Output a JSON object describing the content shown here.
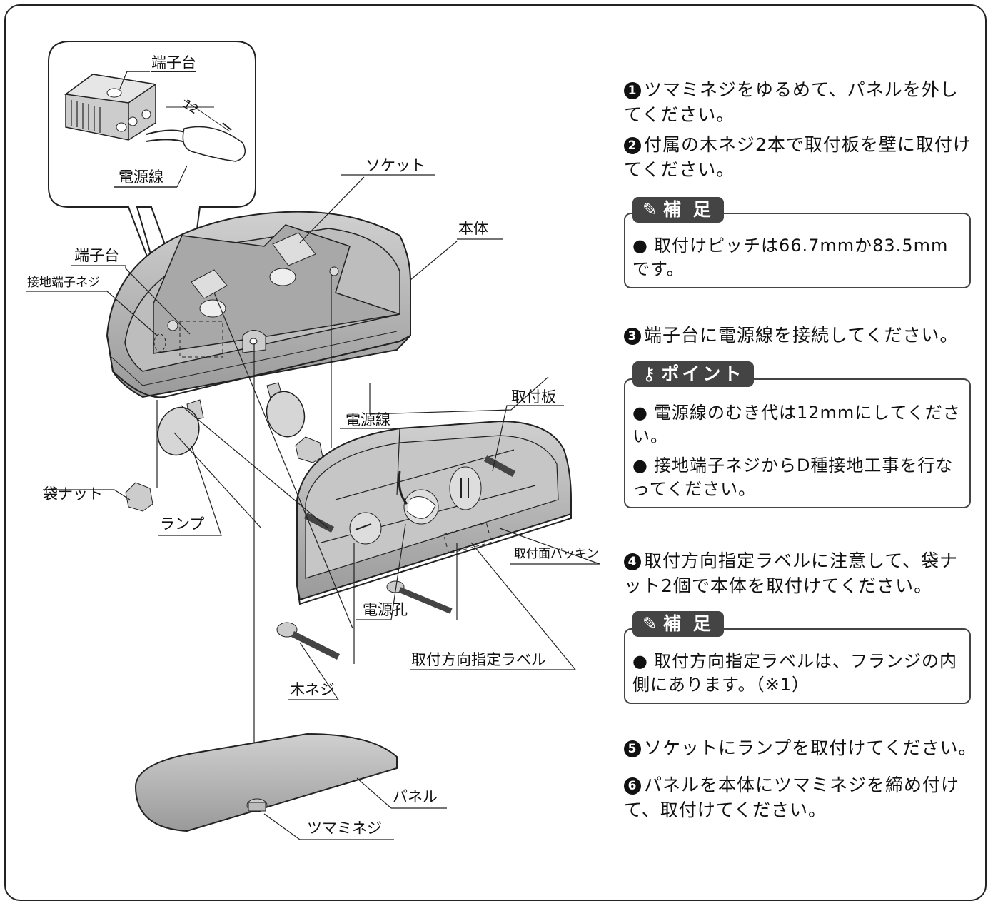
{
  "labels": {
    "terminal_block_inset": "端子台",
    "dim_12": "12",
    "power_wire_inset": "電源線",
    "socket": "ソケット",
    "body": "本体",
    "terminal_block": "端子台",
    "ground_screw": "接地端子ネジ",
    "mounting_plate": "取付板",
    "power_wire": "電源線",
    "cap_nut": "袋ナット",
    "lamp": "ランプ",
    "gasket": "取付面パッキン",
    "power_hole": "電源孔",
    "direction_label": "取付方向指定ラベル",
    "wood_screw": "木ネジ",
    "panel": "パネル",
    "thumb_screw": "ツマミネジ"
  },
  "instructions": {
    "step1": {
      "num": "1",
      "text": "ツマミネジをゆるめて、パネルを外してください。"
    },
    "step2": {
      "num": "2",
      "text": "付属の木ネジ2本で取付板を壁に取付けてください。"
    },
    "note1": {
      "tag": "補 足",
      "icon": "pencil-icon",
      "items": [
        "取付けピッチは66.7mmか83.5mmです。"
      ]
    },
    "step3": {
      "num": "3",
      "text": "端子台に電源線を接続してください。"
    },
    "point1": {
      "tag": "ポイント",
      "icon": "key-icon",
      "items": [
        "電源線のむき代は12mmにしてください。",
        "接地端子ネジからD種接地工事を行なってください。"
      ]
    },
    "step4": {
      "num": "4",
      "text": "取付方向指定ラベルに注意して、袋ナット2個で本体を取付けてください。"
    },
    "note2": {
      "tag": "補 足",
      "icon": "pencil-icon",
      "items": [
        "取付方向指定ラベルは、フランジの内側にあります。（※1）"
      ]
    },
    "step5": {
      "num": "5",
      "text": "ソケットにランプを取付けてください。"
    },
    "step6": {
      "num": "6",
      "text": "パネルを本体にツマミネジを締め付けて、取付けてください。"
    }
  }
}
